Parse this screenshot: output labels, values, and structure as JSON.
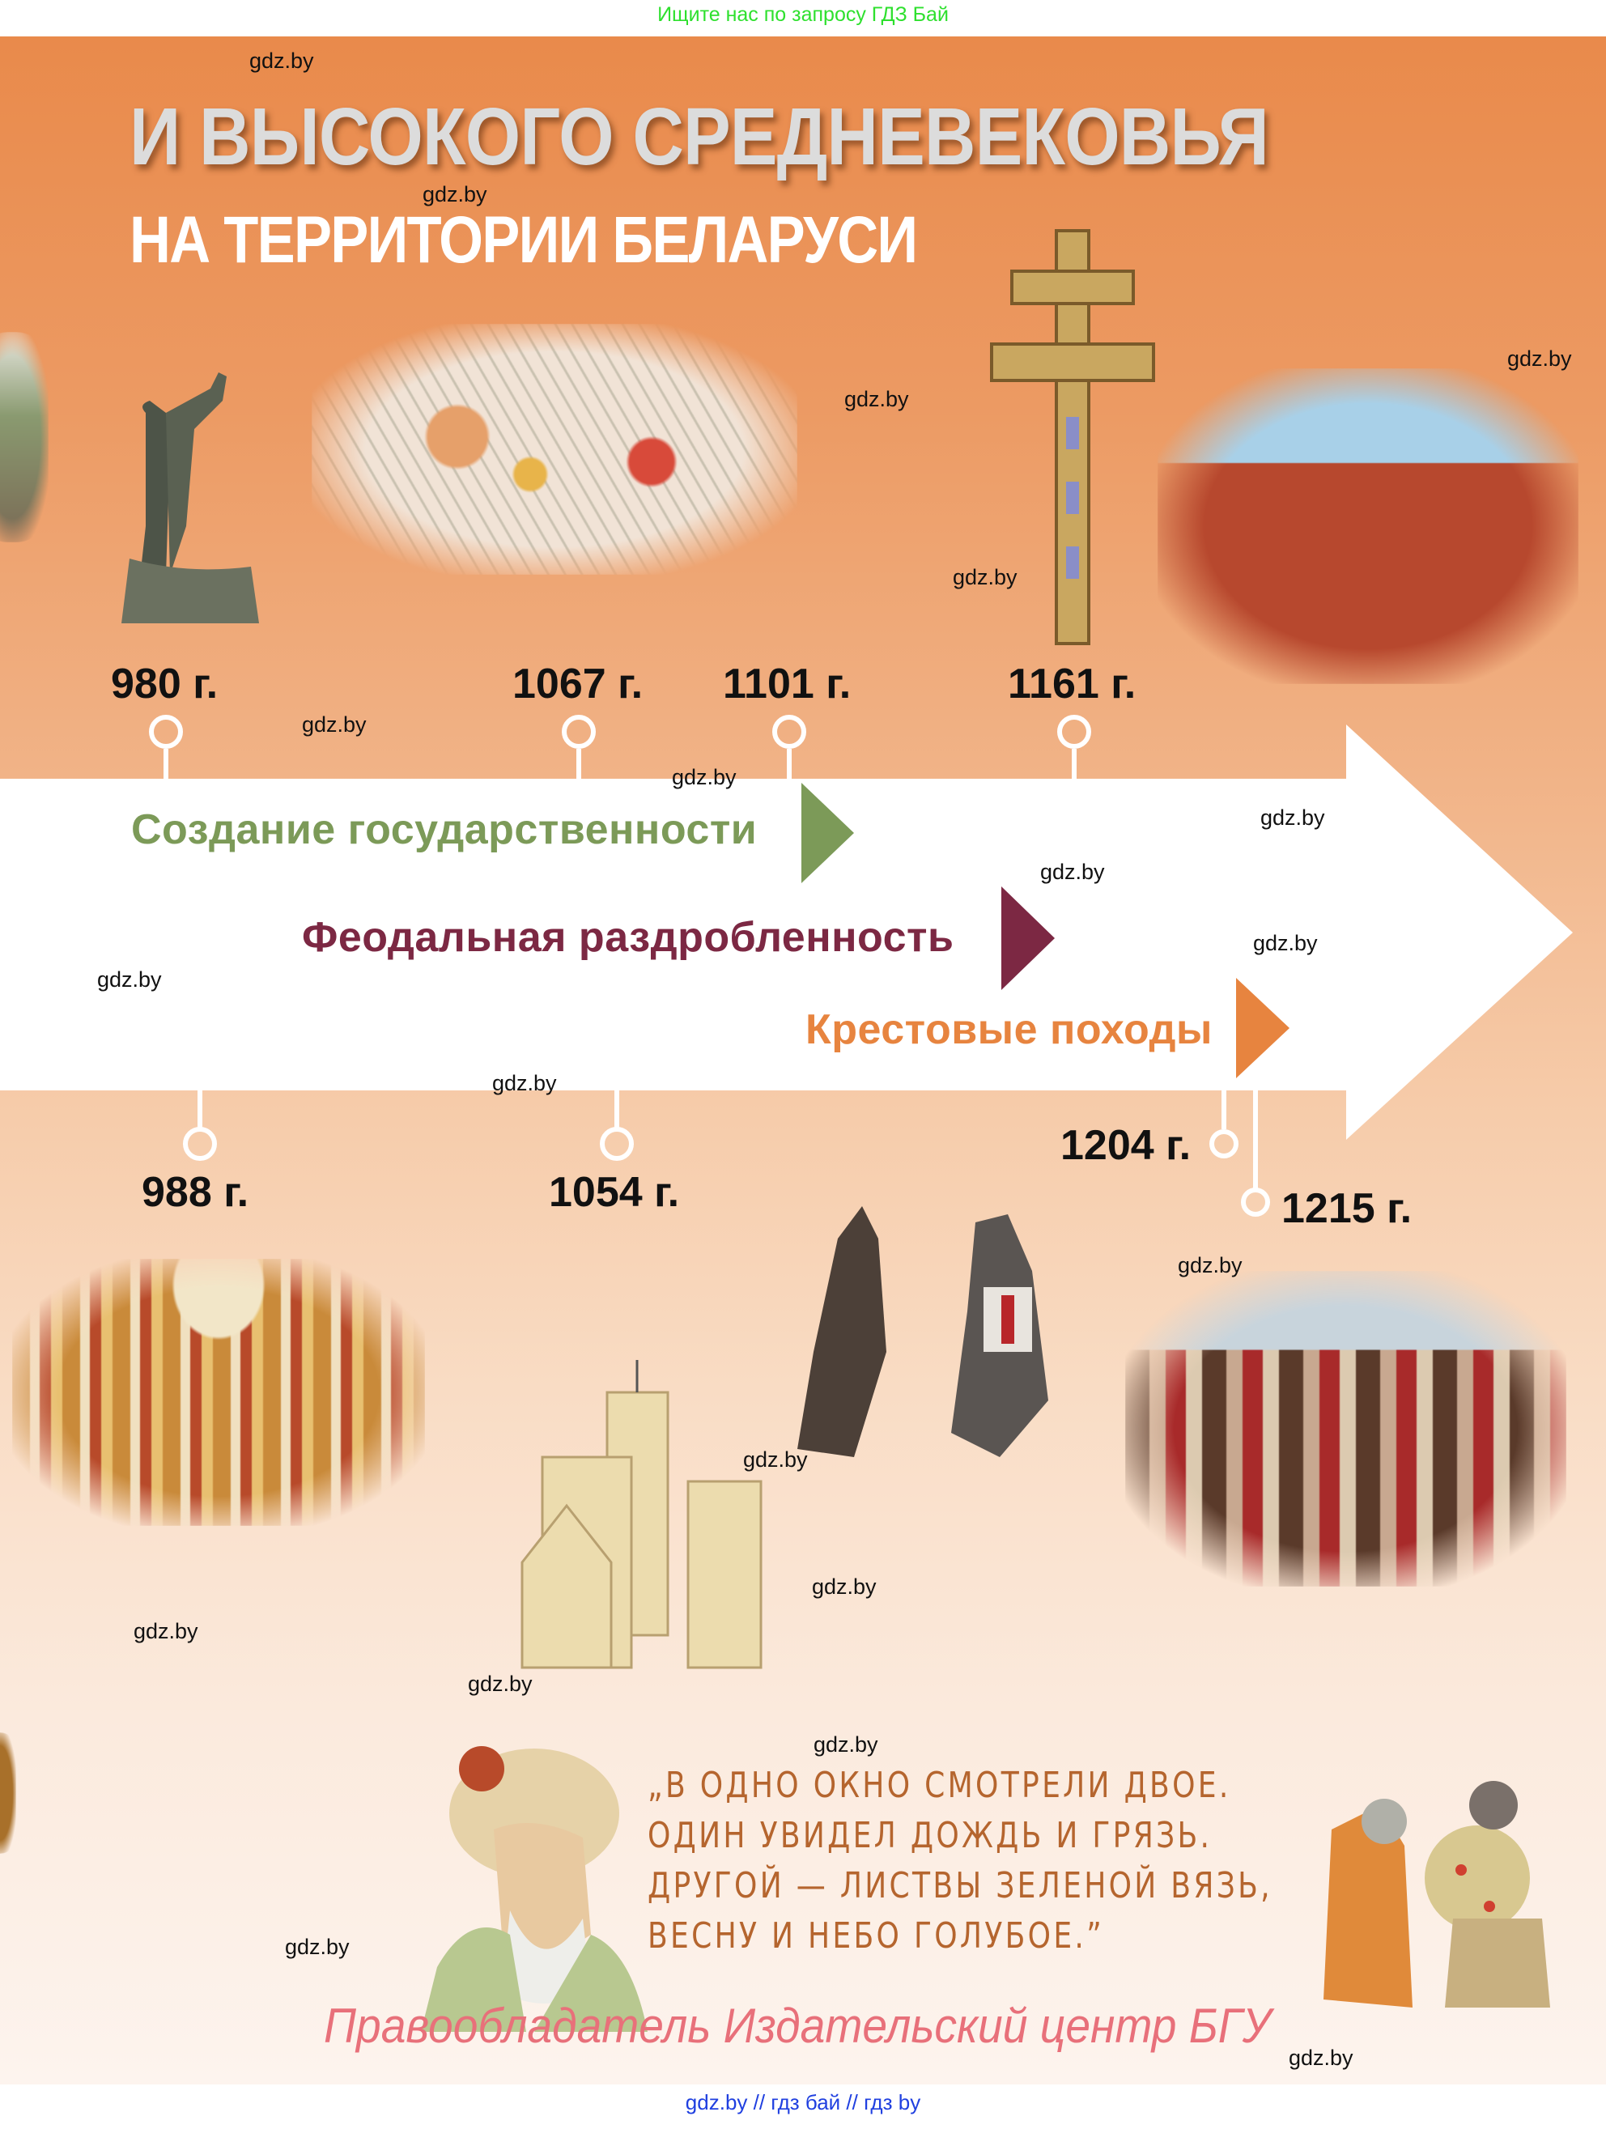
{
  "header_note": "Ищите нас по запросу ГДЗ Бай",
  "title": {
    "line1": "И ВЫСОКОГО СРЕДНЕВЕКОВЬЯ",
    "line2": "НА ТЕРРИТОРИИ БЕЛАРУСИ"
  },
  "timeline": {
    "top_dates": [
      "980 г.",
      "1067 г.",
      "1101 г.",
      "1161 г."
    ],
    "bottom_dates": [
      "988 г.",
      "1054 г.",
      "1204 г.",
      "1215 г."
    ],
    "periods": [
      {
        "label": "Создание  государственности",
        "color": "#7c9a58"
      },
      {
        "label": "Феодальная  раздробленность",
        "color": "#7c2843"
      },
      {
        "label": "Крестовые походы",
        "color": "#e7843f"
      }
    ]
  },
  "illustrations": {
    "statue": "statue-image",
    "battle": "battle-miniature-image",
    "cross": "cross-of-euphrosyne-image",
    "church": "kalozha-church-image",
    "baptism": "baptism-fresco-image",
    "castle": "castle-image",
    "knights": "knights-image",
    "magna_carta": "magna-carta-signing-image",
    "poet": "omar-khayyam-portrait-image",
    "warriors": "warriors-miniature-image"
  },
  "quote": {
    "lines": [
      "„В ОДНО ОКНО СМОТРЕЛИ ДВОЕ.",
      "ОДИН УВИДЕЛ ДОЖДЬ И ГРЯЗЬ.",
      "ДРУГОЙ — ЛИСТВЫ ЗЕЛЕНОЙ ВЯЗЬ,",
      "ВЕСНУ И НЕБО ГОЛУБОЕ.”"
    ]
  },
  "copyright": "Правообладатель Издательский центр БГУ",
  "watermark": "gdz.by",
  "footer": "gdz.by  //  гдз бай  //  гдз by"
}
